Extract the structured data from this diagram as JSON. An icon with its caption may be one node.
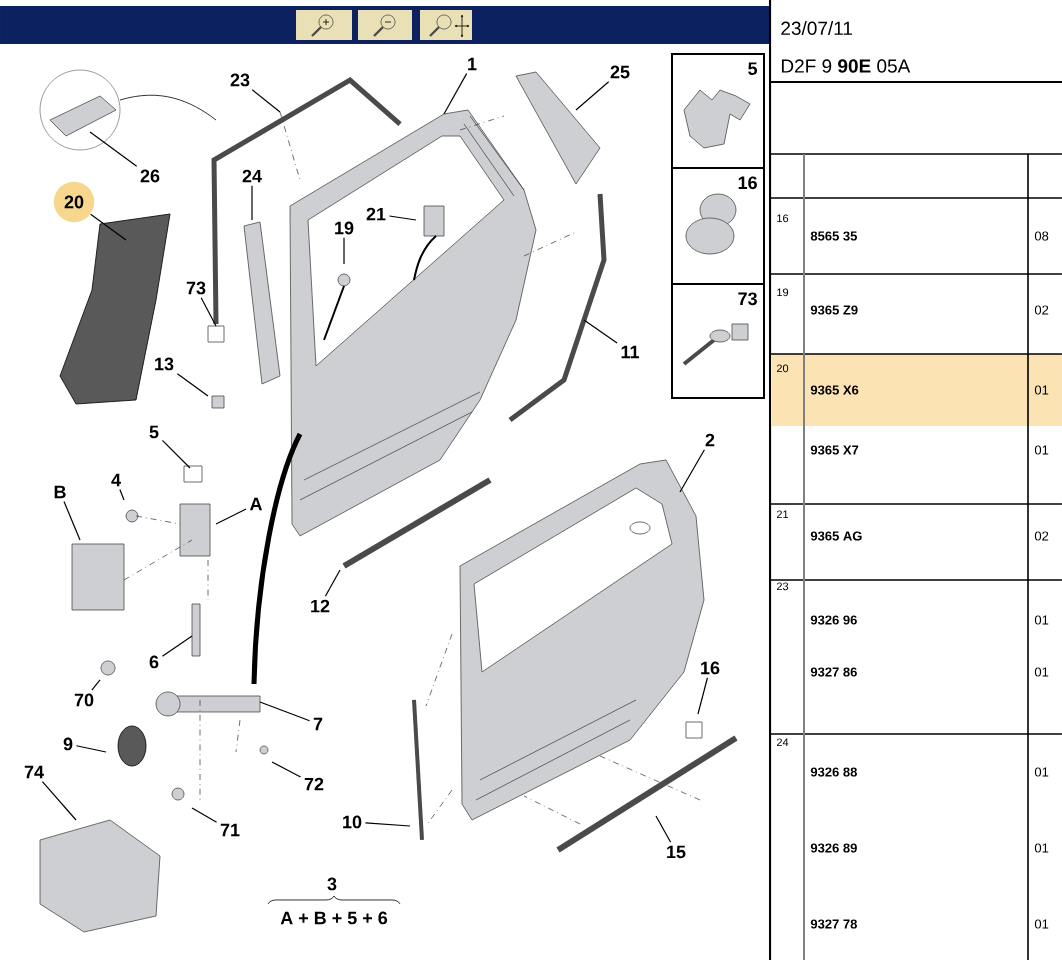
{
  "diagram": {
    "nodes": [
      {
        "text": [
          "1"
        ]
      },
      {
        "text": [
          "25"
        ]
      },
      {
        "text": [
          "23"
        ]
      },
      {
        "text": [
          "26"
        ]
      },
      {
        "text": [
          "24"
        ]
      },
      {
        "text": [
          "20"
        ]
      },
      {
        "text": [
          "21"
        ]
      },
      {
        "text": [
          "19"
        ]
      },
      {
        "text": [
          "73"
        ]
      },
      {
        "text": [
          "11"
        ]
      },
      {
        "text": [
          "13"
        ]
      },
      {
        "text": [
          "5"
        ]
      },
      {
        "text": [
          "2"
        ]
      },
      {
        "text": [
          "4"
        ]
      },
      {
        "text": [
          "B"
        ]
      },
      {
        "text": [
          "A"
        ]
      },
      {
        "text": [
          "12"
        ]
      },
      {
        "text": [
          "6"
        ]
      },
      {
        "text": [
          "16"
        ]
      },
      {
        "text": [
          "70"
        ]
      },
      {
        "text": [
          "7"
        ]
      },
      {
        "text": [
          "9"
        ]
      },
      {
        "text": [
          "74"
        ]
      },
      {
        "text": [
          "72"
        ]
      },
      {
        "text": [
          "10"
        ]
      },
      {
        "text": [
          "71"
        ]
      },
      {
        "text": [
          "15"
        ]
      }
    ],
    "edges": [
      {
        "from": 0,
        "to": null,
        "arrow": "none"
      },
      {
        "from": 1,
        "to": null,
        "arrow": "none"
      },
      {
        "from": 2,
        "to": null,
        "arrow": "none"
      },
      {
        "from": 3,
        "to": null,
        "arrow": "none"
      },
      {
        "from": 4,
        "to": null,
        "arrow": "none"
      },
      {
        "from": 5,
        "to": null,
        "arrow": "none"
      },
      {
        "from": 6,
        "to": null,
        "arrow": "none"
      },
      {
        "from": 7,
        "to": null,
        "arrow": "none"
      },
      {
        "from": 8,
        "to": null,
        "arrow": "none"
      },
      {
        "from": 9,
        "to": null,
        "arrow": "none"
      },
      {
        "from": 10,
        "to": null,
        "arrow": "none"
      },
      {
        "from": 11,
        "to": null,
        "arrow": "none"
      },
      {
        "from": 12,
        "to": null,
        "arrow": "none"
      },
      {
        "from": 13,
        "to": null,
        "arrow": "none"
      },
      {
        "from": 14,
        "to": null,
        "arrow": "none"
      },
      {
        "from": 15,
        "to": null,
        "arrow": "none"
      },
      {
        "from": 16,
        "to": null,
        "arrow": "none"
      },
      {
        "from": 17,
        "to": null,
        "arrow": "none"
      },
      {
        "from": 18,
        "to": null,
        "arrow": "none"
      },
      {
        "from": 19,
        "to": null,
        "arrow": "none"
      },
      {
        "from": 20,
        "to": null,
        "arrow": "none"
      },
      {
        "from": 21,
        "to": null,
        "arrow": "none"
      },
      {
        "from": 22,
        "to": null,
        "arrow": "none"
      },
      {
        "from": 23,
        "to": null,
        "arrow": "none"
      },
      {
        "from": 24,
        "to": null,
        "arrow": "none"
      },
      {
        "from": 25,
        "to": null,
        "arrow": "none"
      },
      {
        "from": 26,
        "to": null,
        "arrow": "none"
      }
    ],
    "labels": [
      "5",
      "16",
      "73",
      "3",
      "A + B + 5 + 6",
      "23/07/11",
      "D2F 9 **90E** 05A",
      "16",
      "8565 35",
      "08",
      "19",
      "9365 Z9",
      "02",
      "20",
      "9365 X6",
      "01",
      "9365 X7",
      "01",
      "21",
      "9365 AG",
      "02",
      "23",
      "9326 96",
      "01",
      "9327 86",
      "01",
      "24",
      "9326 88",
      "01",
      "9326 89",
      "01",
      "9327 78",
      "01"
    ]
  }
}
